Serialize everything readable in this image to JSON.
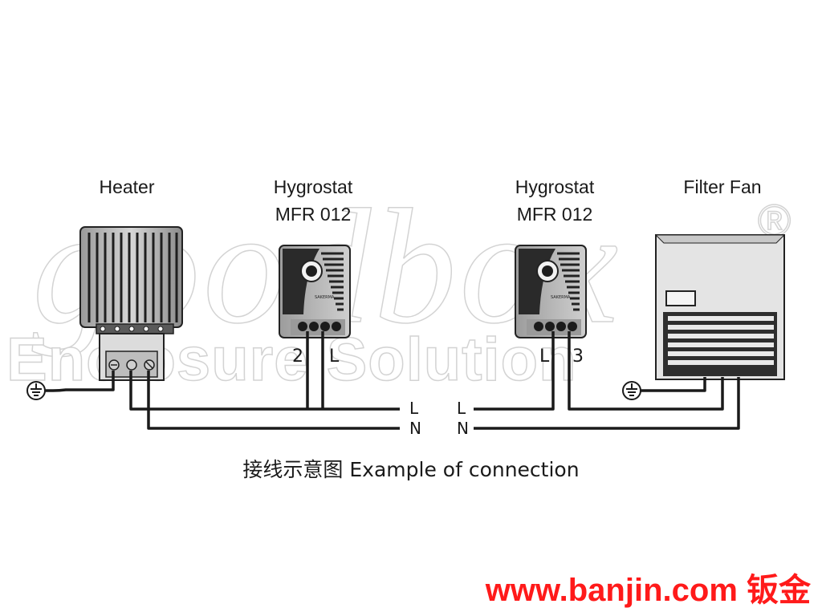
{
  "watermark": {
    "script": "goodbox",
    "subtitle": "Enclosure Solution",
    "registered": "®"
  },
  "devices": {
    "heater": {
      "label": "Heater"
    },
    "hygrostat_left": {
      "label_line1": "Hygrostat",
      "label_line2": "MFR 012",
      "brand": "SAKERMA",
      "terminals": [
        "2",
        "L"
      ]
    },
    "hygrostat_right": {
      "label_line1": "Hygrostat",
      "label_line2": "MFR 012",
      "brand": "SAKERMA",
      "terminals": [
        "L",
        "3"
      ]
    },
    "filter_fan": {
      "label": "Filter Fan"
    }
  },
  "wires": {
    "left": {
      "line": "L",
      "neutral": "N"
    },
    "right": {
      "line": "L",
      "neutral": "N"
    }
  },
  "caption": "接线示意图 Example of connection",
  "website": "www.banjin.com 钣金",
  "colors": {
    "wire": "#1a1a1a",
    "site_text": "#ff1a1a",
    "watermark_outline": "#d3d3d3",
    "fan_body": "#e4e4e4"
  }
}
